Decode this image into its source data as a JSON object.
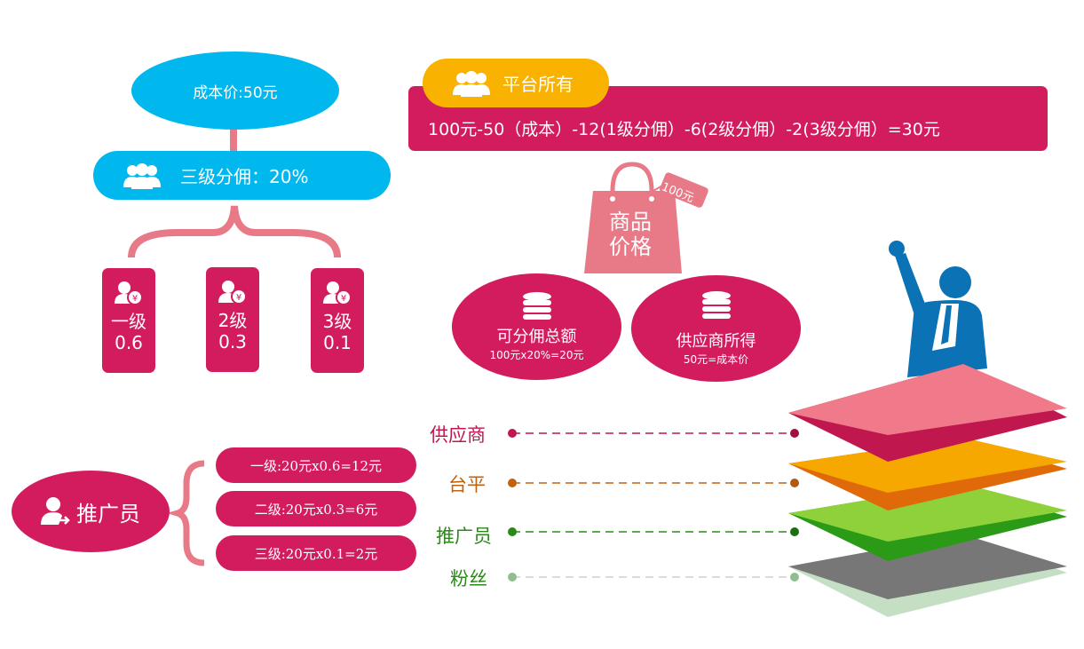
{
  "cost": {
    "label": "成本价:50元"
  },
  "tier": {
    "label": "三级分佣：20%"
  },
  "levels": [
    {
      "name": "一级",
      "ratio": "0.6"
    },
    {
      "name": "2级",
      "ratio": "0.3"
    },
    {
      "name": "3级",
      "ratio": "0.1"
    }
  ],
  "platform": {
    "tab": "平台所有",
    "formula": "100元-50（成本）-12(1级分佣）-6(2级分佣）-2(3级分佣）=30元"
  },
  "product": {
    "title_line1": "商品",
    "title_line2": "价格",
    "tag": "100元"
  },
  "commission_pool": {
    "title": "可分佣总额",
    "detail": "100元x20%=20元"
  },
  "supplier_income": {
    "title": "供应商所得",
    "detail": "50元=成本价"
  },
  "promoter": {
    "label": "推广员",
    "rules": [
      "一级:20元x0.6=12元",
      "二级:20元x0.3=6元",
      "三级:20元x0.1=2元"
    ]
  },
  "layers": [
    {
      "label": "供应商",
      "color": "#c0174f"
    },
    {
      "label": "台平",
      "color": "#c0630e"
    },
    {
      "label": "推广员",
      "color": "#2a8a17"
    },
    {
      "label": "粉丝",
      "color": "#2a8a17"
    }
  ]
}
